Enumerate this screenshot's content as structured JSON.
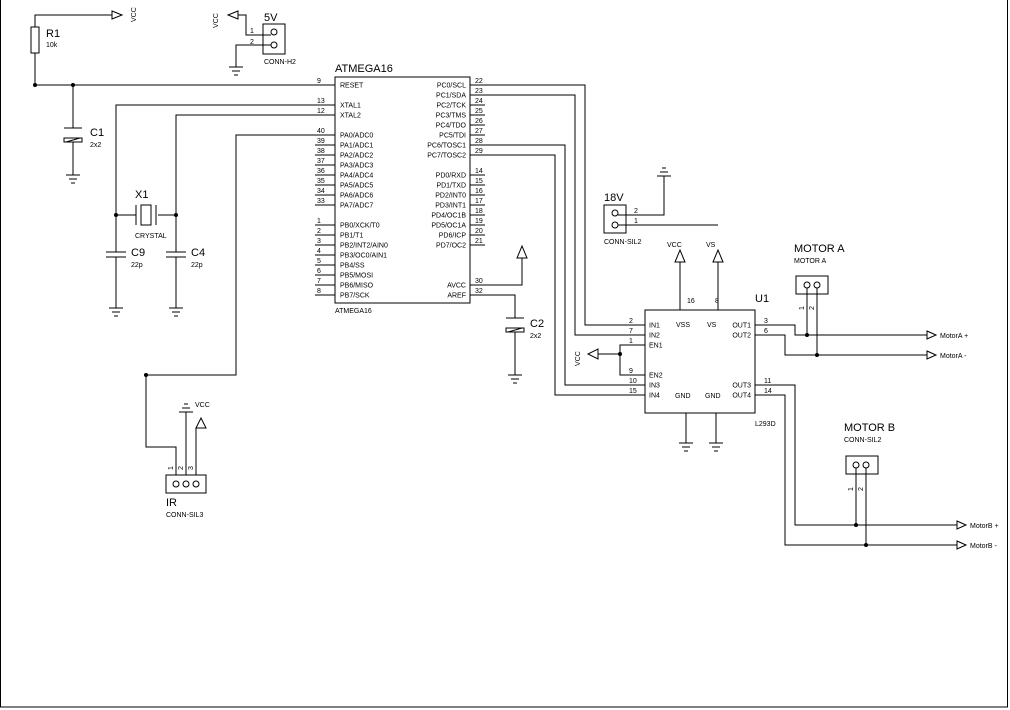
{
  "mcu": {
    "name": "ATMEGA16",
    "left_pins": [
      {
        "num": "9",
        "name": "RESET"
      },
      {
        "num": "13",
        "name": "XTAL1"
      },
      {
        "num": "12",
        "name": "XTAL2"
      },
      {
        "num": "40",
        "name": "PA0/ADC0"
      },
      {
        "num": "39",
        "name": "PA1/ADC1"
      },
      {
        "num": "38",
        "name": "PA2/ADC2"
      },
      {
        "num": "37",
        "name": "PA3/ADC3"
      },
      {
        "num": "36",
        "name": "PA4/ADC4"
      },
      {
        "num": "35",
        "name": "PA5/ADC5"
      },
      {
        "num": "34",
        "name": "PA6/ADC6"
      },
      {
        "num": "33",
        "name": "PA7/ADC7"
      },
      {
        "num": "1",
        "name": "PB0/XCK/T0"
      },
      {
        "num": "2",
        "name": "PB1/T1"
      },
      {
        "num": "3",
        "name": "PB2/INT2/AIN0"
      },
      {
        "num": "4",
        "name": "PB3/OC0/AIN1"
      },
      {
        "num": "5",
        "name": "PB4/SS"
      },
      {
        "num": "6",
        "name": "PB5/MOSI"
      },
      {
        "num": "7",
        "name": "PB6/MISO"
      },
      {
        "num": "8",
        "name": "PB7/SCK"
      }
    ],
    "right_pins": [
      {
        "num": "22",
        "name": "PC0/SCL"
      },
      {
        "num": "23",
        "name": "PC1/SDA"
      },
      {
        "num": "24",
        "name": "PC2/TCK"
      },
      {
        "num": "25",
        "name": "PC3/TMS"
      },
      {
        "num": "26",
        "name": "PC4/TDO"
      },
      {
        "num": "27",
        "name": "PC5/TDI"
      },
      {
        "num": "28",
        "name": "PC6/TOSC1"
      },
      {
        "num": "29",
        "name": "PC7/TOSC2"
      },
      {
        "num": "14",
        "name": "PD0/RXD"
      },
      {
        "num": "15",
        "name": "PD1/TXD"
      },
      {
        "num": "16",
        "name": "PD2/INT0"
      },
      {
        "num": "17",
        "name": "PD3/INT1"
      },
      {
        "num": "18",
        "name": "PD4/OC1B"
      },
      {
        "num": "19",
        "name": "PD5/OC1A"
      },
      {
        "num": "20",
        "name": "PD6/ICP"
      },
      {
        "num": "21",
        "name": "PD7/OC2"
      },
      {
        "num": "30",
        "name": "AVCC"
      },
      {
        "num": "32",
        "name": "AREF"
      }
    ]
  },
  "driver": {
    "ref": "U1",
    "part": "L293D",
    "left_pins": [
      {
        "num": "2",
        "name": "IN1"
      },
      {
        "num": "7",
        "name": "IN2"
      },
      {
        "num": "1",
        "name": "EN1"
      },
      {
        "num": "9",
        "name": "EN2"
      },
      {
        "num": "10",
        "name": "IN3"
      },
      {
        "num": "15",
        "name": "IN4"
      }
    ],
    "right_pins": [
      {
        "num": "3",
        "name": "OUT1"
      },
      {
        "num": "6",
        "name": "OUT2"
      },
      {
        "num": "11",
        "name": "OUT3"
      },
      {
        "num": "14",
        "name": "OUT4"
      }
    ],
    "top_pins": [
      {
        "num": "16",
        "name": "VSS"
      },
      {
        "num": "8",
        "name": "VS"
      }
    ],
    "bottom_pins": [
      {
        "name": "GND"
      },
      {
        "name": "GND"
      }
    ]
  },
  "components": {
    "r1": {
      "ref": "R1",
      "value": "10k"
    },
    "c1": {
      "ref": "C1",
      "value": "2x2"
    },
    "c2": {
      "ref": "C2",
      "value": "2x2"
    },
    "c4": {
      "ref": "C4",
      "value": "22p"
    },
    "c9": {
      "ref": "C9",
      "value": "22p"
    },
    "x1": {
      "ref": "X1",
      "value": "CRYSTAL"
    }
  },
  "connectors": {
    "conn_5v": {
      "ref": "5V",
      "type": "CONN-H2",
      "pins": [
        "1",
        "2"
      ]
    },
    "conn_18v": {
      "ref": "18V",
      "type": "CONN-SIL2",
      "pins": [
        "2",
        "1"
      ]
    },
    "motor_a": {
      "ref": "MOTOR A",
      "type": "MOTOR A",
      "pins": [
        "1",
        "2"
      ]
    },
    "motor_b": {
      "ref": "MOTOR B",
      "type": "CONN-SIL2",
      "pins": [
        "1",
        "2"
      ]
    },
    "ir": {
      "ref": "IR",
      "type": "CONN-SIL3",
      "pins": [
        "1",
        "2",
        "3"
      ]
    }
  },
  "power": {
    "vcc": "VCC",
    "vs": "VS"
  },
  "terminals": {
    "motor_a_plus": "MotorA +",
    "motor_a_minus": "MotorA -",
    "motor_b_plus": "MotorB +",
    "motor_b_minus": "MotorB -"
  }
}
